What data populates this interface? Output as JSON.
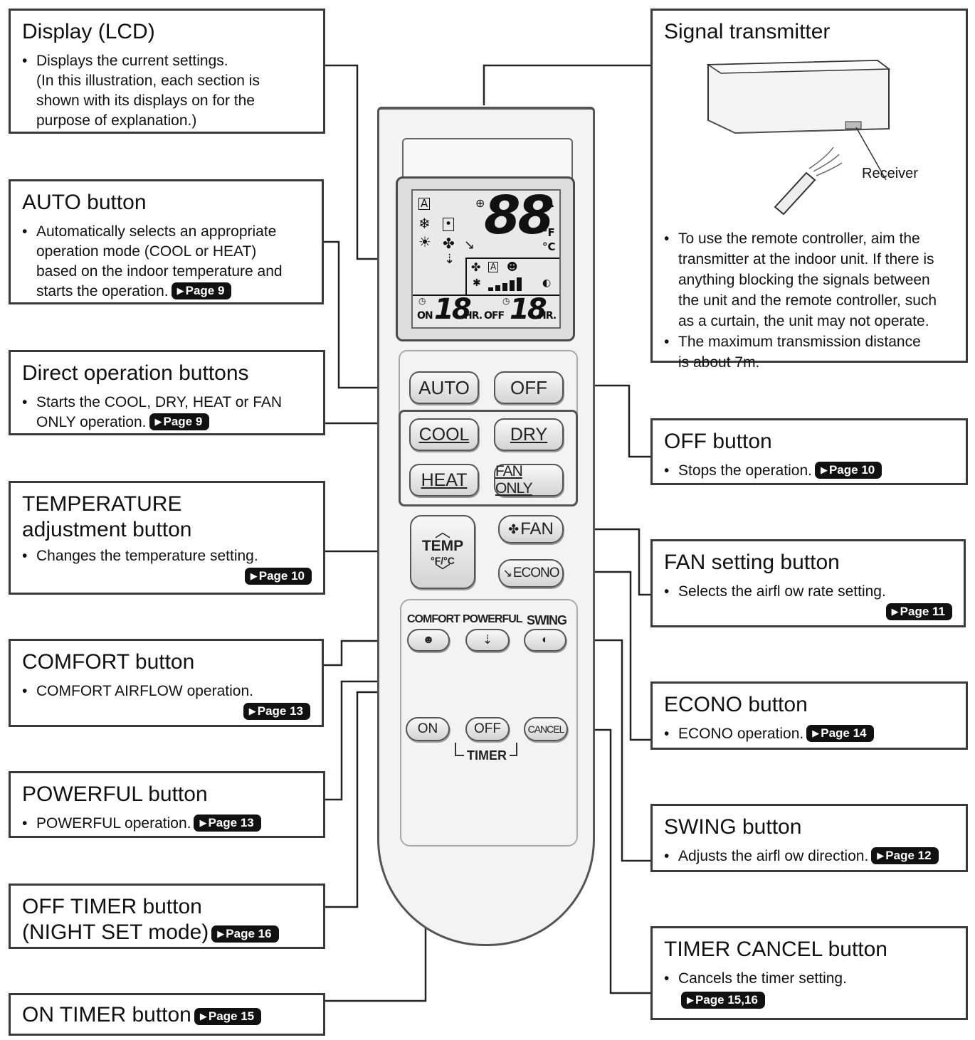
{
  "display": {
    "title": "Display (LCD)",
    "bullet": "Displays the current settings.",
    "note_lines": [
      "(In this illustration, each section is",
      "shown with its displays on for the",
      "purpose of explanation.)"
    ]
  },
  "auto": {
    "title": "AUTO button",
    "lines": [
      "Automatically selects an appropriate",
      "operation mode (COOL or HEAT)",
      "based on the indoor temperature and",
      "starts the operation."
    ],
    "page": "Page 9"
  },
  "direct": {
    "title": "Direct operation buttons",
    "lines": [
      "Starts the COOL, DRY, HEAT or FAN",
      "ONLY operation."
    ],
    "page": "Page 9"
  },
  "temperature": {
    "title_lines": [
      "TEMPERATURE",
      "adjustment button"
    ],
    "bullet": "Changes the temperature setting.",
    "page": "Page 10"
  },
  "comfort": {
    "title": "COMFORT button",
    "bullet": "COMFORT  AIRFLOW  operation.",
    "page": "Page 13"
  },
  "powerful": {
    "title": "POWERFUL button",
    "bullet": "POWERFUL  operation.",
    "page": "Page 13"
  },
  "off_timer": {
    "title_lines": [
      "OFF TIMER button",
      "(NIGHT SET mode)"
    ],
    "page": "Page 16"
  },
  "on_timer": {
    "title": "ON TIMER button",
    "page": "Page 15"
  },
  "signal": {
    "title": "Signal transmitter",
    "receiver_label": "Receiver",
    "bullets": [
      [
        "To use the remote controller, aim the",
        "transmitter at the indoor unit. If there is",
        "anything blocking the signals between",
        "the unit and the remote controller, such",
        "as a curtain, the unit may not operate."
      ],
      [
        "The maximum transmission distance",
        "is about 7m."
      ]
    ]
  },
  "off": {
    "title": "OFF button",
    "bullet": "Stops the operation.",
    "page": "Page 10"
  },
  "fan": {
    "title": "FAN setting button",
    "bullet": "Selects the airfl ow rate setting.",
    "page": "Page 11"
  },
  "econo": {
    "title": "ECONO button",
    "bullet": "ECONO  operation.",
    "page": "Page 14"
  },
  "swing": {
    "title": "SWING button",
    "bullet": "Adjusts the airfl ow direction.",
    "page": "Page 12"
  },
  "timer_cancel": {
    "title": "TIMER CANCEL button",
    "bullet": "Cancels the timer setting.",
    "page": "Page 15,16"
  },
  "remote": {
    "lcd": {
      "temp": "88",
      "unit_f": "°F",
      "unit_c": "°C",
      "on_label": "ON",
      "on_hours": "18",
      "hr1": "HR.",
      "off_label": "OFF",
      "off_hours": "18",
      "hr2": "HR."
    },
    "buttons": {
      "auto": "AUTO",
      "off": "OFF",
      "cool": "COOL",
      "dry": "DRY",
      "heat": "HEAT",
      "fan_only": "FAN ONLY",
      "temp": "TEMP",
      "temp_units": "°F/°C",
      "fan": "FAN",
      "econo": "ECONO",
      "comfort": "COMFORT",
      "powerful": "POWERFUL",
      "swing": "SWING",
      "on": "ON",
      "timer_off": "OFF",
      "cancel": "CANCEL",
      "timer": "TIMER"
    }
  }
}
